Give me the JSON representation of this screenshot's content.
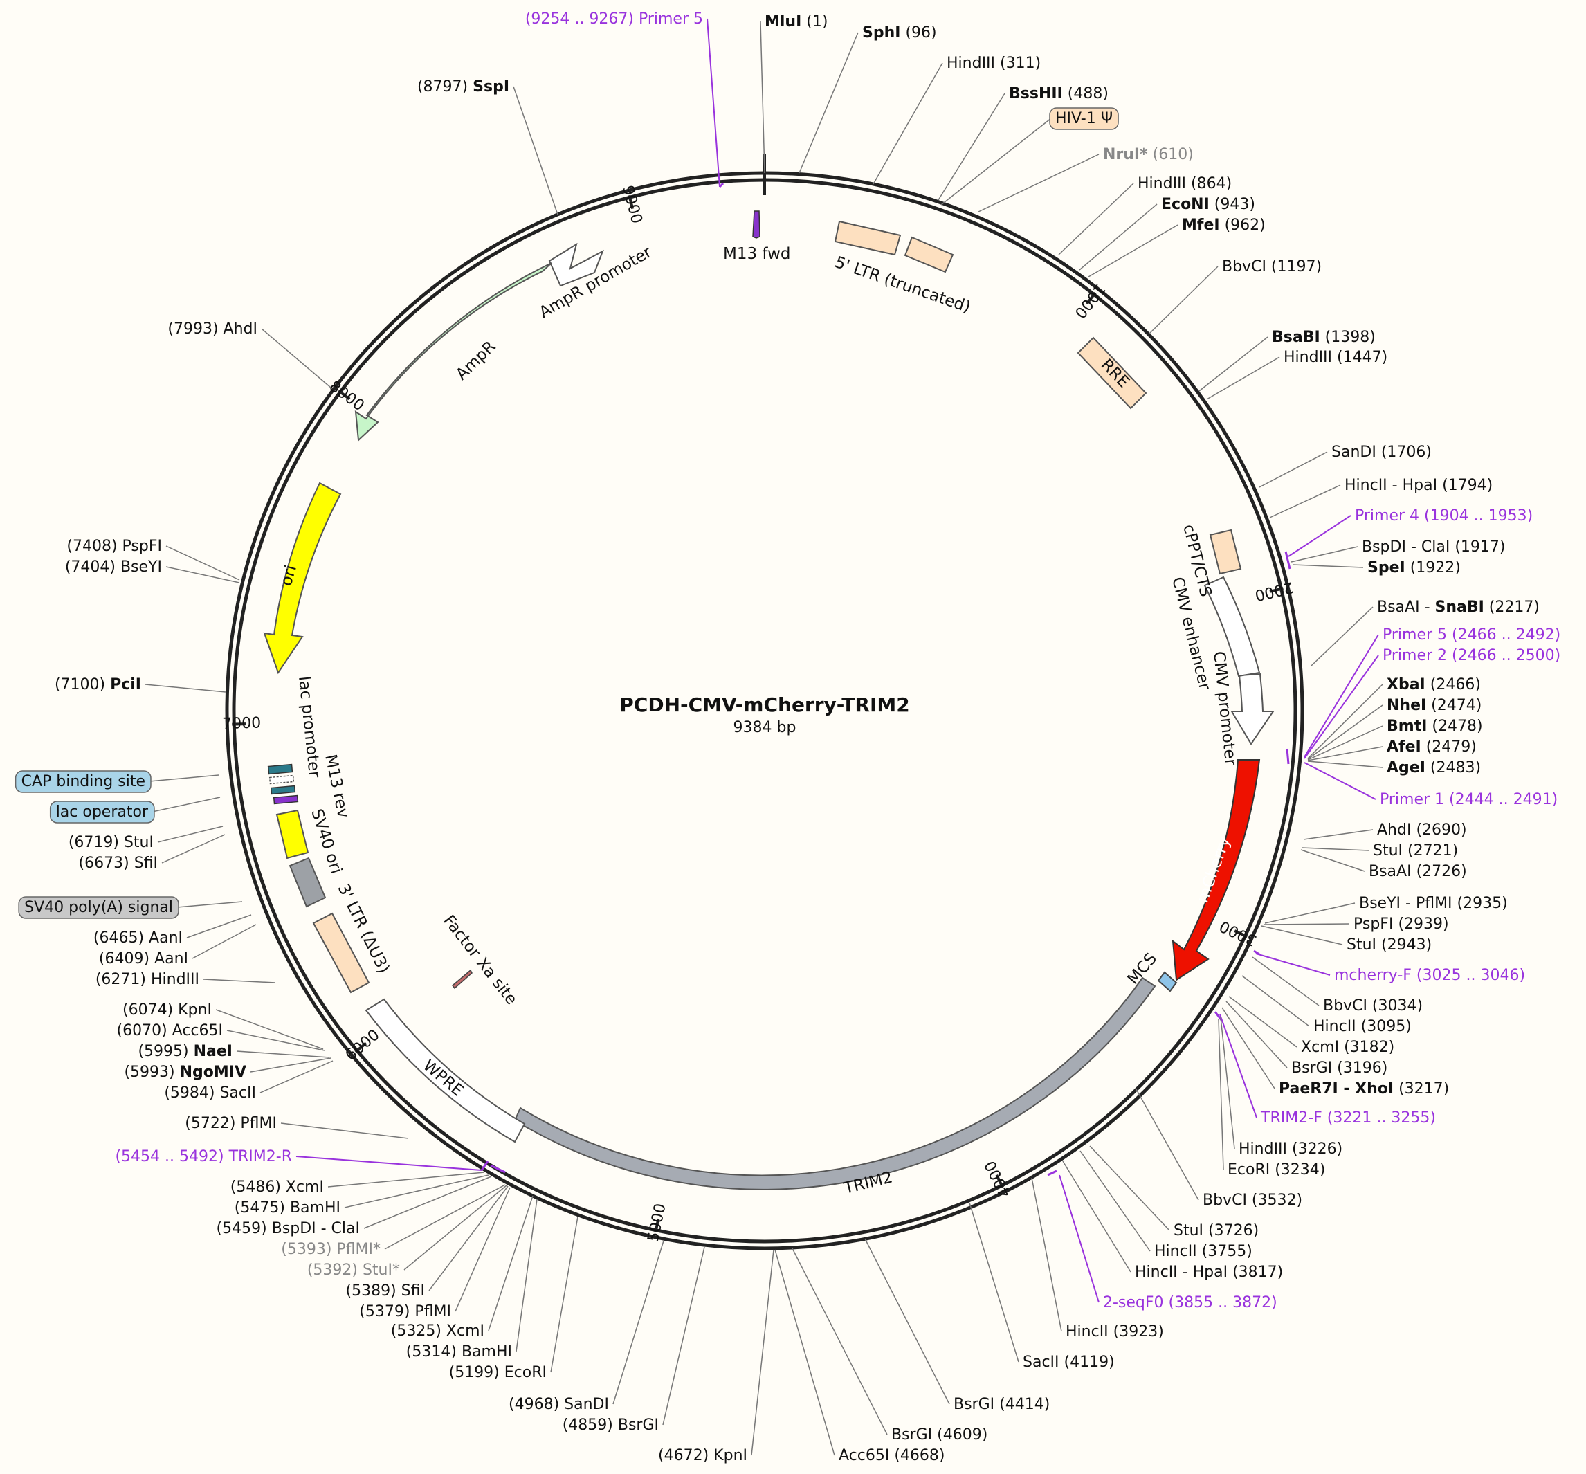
{
  "title": "PCDH-CMV-mCherry-TRIM2",
  "subtitle": "9384 bp",
  "total_bp": 9384,
  "colors": {
    "backbone": "#222222",
    "purple": "#9933dd",
    "mcherry": "#ee0000",
    "trim2": "#a6abb3",
    "ampr": "#c7f5c9",
    "ori": "#ffff00",
    "ltr": "#fde0c0",
    "sv40": "#ffff00",
    "gray_feature": "#9da1a6",
    "mcs": "#8ec4e8",
    "label_blue_bg": "#a9d4e8",
    "label_grey_bg": "#c8c8c8",
    "hiv_bg": "#fde0c0"
  },
  "ticks": [
    {
      "bp": 1000,
      "label": "1000"
    },
    {
      "bp": 2000,
      "label": "2000"
    },
    {
      "bp": 3000,
      "label": "3000"
    },
    {
      "bp": 4000,
      "label": "4000"
    },
    {
      "bp": 5000,
      "label": "5000"
    },
    {
      "bp": 6000,
      "label": "6000"
    },
    {
      "bp": 7000,
      "label": "7000"
    },
    {
      "bp": 8000,
      "label": "8000"
    },
    {
      "bp": 9000,
      "label": "9000"
    }
  ],
  "features": [
    {
      "name": "M13 fwd",
      "kind": "primer-bind"
    },
    {
      "name": "5' LTR (truncated)",
      "kind": "ltr"
    },
    {
      "name": "RRE",
      "kind": "ltr"
    },
    {
      "name": "cPPT/CTS",
      "kind": "ltr"
    },
    {
      "name": "CMV enhancer",
      "kind": "white"
    },
    {
      "name": "CMV promoter",
      "kind": "white"
    },
    {
      "name": "mCherry",
      "kind": "mcherry"
    },
    {
      "name": "MCS",
      "kind": "mcs"
    },
    {
      "name": "TRIM2",
      "kind": "trim2"
    },
    {
      "name": "WPRE",
      "kind": "white"
    },
    {
      "name": "Factor Xa site",
      "kind": "small"
    },
    {
      "name": "3' LTR (ΔU3)",
      "kind": "ltr"
    },
    {
      "name": "SV40 ori",
      "kind": "sv40"
    },
    {
      "name": "M13 rev",
      "kind": "primer-bind"
    },
    {
      "name": "lac promoter",
      "kind": "white"
    },
    {
      "name": "ori",
      "kind": "ori"
    },
    {
      "name": "AmpR",
      "kind": "ampr"
    },
    {
      "name": "AmpR promoter",
      "kind": "white"
    }
  ],
  "sites": [
    {
      "name": "MluI",
      "pos": "(1)",
      "bold": true
    },
    {
      "name": "SphI",
      "pos": "(96)",
      "bold": true
    },
    {
      "name": "HindIII",
      "pos": "(311)"
    },
    {
      "name": "BssHII",
      "pos": "(488)",
      "bold": true
    },
    {
      "name": "HIV-1 Ψ",
      "pos": "",
      "boxed": "hiv"
    },
    {
      "name": "NruI*",
      "pos": "(610)",
      "bold": true,
      "grey": true
    },
    {
      "name": "HindIII",
      "pos": "(864)"
    },
    {
      "name": "EcoNI",
      "pos": "(943)",
      "bold": true
    },
    {
      "name": "MfeI",
      "pos": "(962)",
      "bold": true
    },
    {
      "name": "BbvCI",
      "pos": "(1197)"
    },
    {
      "name": "BsaBI",
      "pos": "(1398)",
      "bold": true
    },
    {
      "name": "HindIII",
      "pos": "(1447)"
    },
    {
      "name": "SanDI",
      "pos": "(1706)"
    },
    {
      "name": "HincII - HpaI",
      "pos": "(1794)"
    },
    {
      "name": "Primer 4",
      "pos": "(1904 .. 1953)",
      "purple": true
    },
    {
      "name": "BspDI - ClaI",
      "pos": "(1917)"
    },
    {
      "name": "SpeI",
      "pos": "(1922)",
      "bold": true
    },
    {
      "name": "BsaAI - SnaBI",
      "pos": "(2217)",
      "bold_part": "SnaBI"
    },
    {
      "name": "Primer 5",
      "pos": "(2466 .. 2492)",
      "purple": true
    },
    {
      "name": "Primer 2",
      "pos": "(2466 .. 2500)",
      "purple": true
    },
    {
      "name": "XbaI",
      "pos": "(2466)",
      "bold": true
    },
    {
      "name": "NheI",
      "pos": "(2474)",
      "bold": true
    },
    {
      "name": "BmtI",
      "pos": "(2478)",
      "bold": true
    },
    {
      "name": "AfeI",
      "pos": "(2479)",
      "bold": true
    },
    {
      "name": "AgeI",
      "pos": "(2483)",
      "bold": true
    },
    {
      "name": "Primer 1",
      "pos": "(2444 .. 2491)",
      "purple": true
    },
    {
      "name": "AhdI",
      "pos": "(2690)"
    },
    {
      "name": "StuI",
      "pos": "(2721)"
    },
    {
      "name": "BsaAI",
      "pos": "(2726)"
    },
    {
      "name": "BseYI - PflMI",
      "pos": "(2935)"
    },
    {
      "name": "PspFI",
      "pos": "(2939)"
    },
    {
      "name": "StuI",
      "pos": "(2943)"
    },
    {
      "name": "mcherry-F",
      "pos": "(3025 .. 3046)",
      "purple": true
    },
    {
      "name": "BbvCI",
      "pos": "(3034)"
    },
    {
      "name": "HincII",
      "pos": "(3095)"
    },
    {
      "name": "XcmI",
      "pos": "(3182)"
    },
    {
      "name": "BsrGI",
      "pos": "(3196)"
    },
    {
      "name": "PaeR7I - XhoI",
      "pos": "(3217)",
      "bold": true
    },
    {
      "name": "TRIM2-F",
      "pos": "(3221 .. 3255)",
      "purple": true
    },
    {
      "name": "HindIII",
      "pos": "(3226)"
    },
    {
      "name": "EcoRI",
      "pos": "(3234)"
    },
    {
      "name": "BbvCI",
      "pos": "(3532)"
    },
    {
      "name": "StuI",
      "pos": "(3726)"
    },
    {
      "name": "HincII",
      "pos": "(3755)"
    },
    {
      "name": "HincII - HpaI",
      "pos": "(3817)"
    },
    {
      "name": "2-seqF0",
      "pos": "(3855 .. 3872)",
      "purple": true
    },
    {
      "name": "HincII",
      "pos": "(3923)"
    },
    {
      "name": "SacII",
      "pos": "(4119)"
    },
    {
      "name": "BsrGI",
      "pos": "(4414)"
    },
    {
      "name": "BsrGI",
      "pos": "(4609)"
    },
    {
      "name": "Acc65I",
      "pos": "(4668)"
    },
    {
      "name": "KpnI",
      "pos": "(4672)"
    },
    {
      "name": "BsrGI",
      "pos": "(4859)"
    },
    {
      "name": "SanDI",
      "pos": "(4968)"
    },
    {
      "name": "EcoRI",
      "pos": "(5199)"
    },
    {
      "name": "BamHI",
      "pos": "(5314)"
    },
    {
      "name": "XcmI",
      "pos": "(5325)"
    },
    {
      "name": "PflMI",
      "pos": "(5379)"
    },
    {
      "name": "SfiI",
      "pos": "(5389)"
    },
    {
      "name": "StuI*",
      "pos": "(5392)",
      "grey": true
    },
    {
      "name": "PflMI*",
      "pos": "(5393)",
      "grey": true
    },
    {
      "name": "BspDI - ClaI",
      "pos": "(5459)"
    },
    {
      "name": "BamHI",
      "pos": "(5475)"
    },
    {
      "name": "XcmI",
      "pos": "(5486)"
    },
    {
      "name": "TRIM2-R",
      "pos": "(5454 .. 5492)",
      "purple": true
    },
    {
      "name": "PflMI",
      "pos": "(5722)"
    },
    {
      "name": "SacII",
      "pos": "(5984)"
    },
    {
      "name": "NgoMIV",
      "pos": "(5993)",
      "bold": true
    },
    {
      "name": "NaeI",
      "pos": "(5995)",
      "bold": true
    },
    {
      "name": "Acc65I",
      "pos": "(6070)"
    },
    {
      "name": "KpnI",
      "pos": "(6074)"
    },
    {
      "name": "HindIII",
      "pos": "(6271)"
    },
    {
      "name": "AanI",
      "pos": "(6409)"
    },
    {
      "name": "AanI",
      "pos": "(6465)"
    },
    {
      "name": "SV40 poly(A) signal",
      "pos": "",
      "boxed": "grey"
    },
    {
      "name": "SfiI",
      "pos": "(6673)"
    },
    {
      "name": "StuI",
      "pos": "(6719)"
    },
    {
      "name": "lac operator",
      "pos": "",
      "boxed": "blue"
    },
    {
      "name": "CAP binding site",
      "pos": "",
      "boxed": "blue"
    },
    {
      "name": "PciI",
      "pos": "(7100)",
      "bold": true
    },
    {
      "name": "BseYI",
      "pos": "(7404)"
    },
    {
      "name": "PspFI",
      "pos": "(7408)"
    },
    {
      "name": "AhdI",
      "pos": "(7993)"
    },
    {
      "name": "SspI",
      "pos": "(8797)",
      "bold": true
    },
    {
      "name": "Primer 5",
      "pos": "(9254 .. 9267)",
      "purple": true
    }
  ]
}
